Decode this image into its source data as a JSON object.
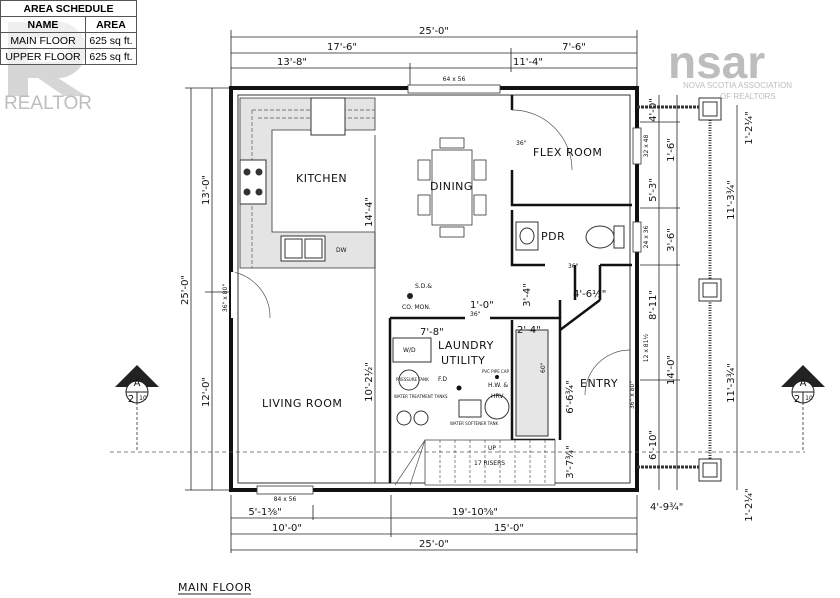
{
  "area_schedule": {
    "title": "AREA SCHEDULE",
    "headers": [
      "NAME",
      "AREA"
    ],
    "rows": [
      {
        "name": "MAIN FLOOR",
        "area": "625 sq ft."
      },
      {
        "name": "UPPER FLOOR",
        "area": "625 sq ft."
      }
    ]
  },
  "watermarks": {
    "realtor": "REALTOR",
    "nsar_logo": "nsar",
    "nsar_line1": "NOVA SCOTIA ASSOCIATION",
    "nsar_line2": "OF REALTORS"
  },
  "rooms": {
    "kitchen": "KITCHEN",
    "dining": "DINING",
    "flex_room": "FLEX ROOM",
    "pdr": "PDR",
    "living_room": "LIVING ROOM",
    "laundry": "LAUNDRY",
    "utility": "UTILITY",
    "entry": "ENTRY"
  },
  "fixtures": {
    "dw": "DW",
    "wd": "W/D",
    "sd": "S.D.&",
    "co_mon": "CO. MON.",
    "fd": "F.D",
    "hw": "H.W. &",
    "hrv": "HRV",
    "pressure_tank": "PRESSURE TANK",
    "water_treatment": "WATER TREATMENT TANKS",
    "water_softener": "WATER SOFTENER TANK",
    "pvc_pipe_cap": "PVC PIPE CAP",
    "stairs_up": "UP",
    "risers": "17 RISERS"
  },
  "openings": {
    "top_window": "64 x 56",
    "bottom_window": "84 x 56",
    "front_door": "36\" x 80\"",
    "entry_door": "36\" x 80\"",
    "flex_window": "32 x 48",
    "pdr_window": "24 x 36",
    "entry_window": "12 x 81½",
    "flex_door": "36\"",
    "pdr_door": "36\"",
    "laundry_door": "36\"",
    "closet_depth": "60\""
  },
  "dimensions": {
    "top_overall": "25'-0\"",
    "top_a": "17'-6\"",
    "top_b": "7'-6\"",
    "top_c": "13'-8\"",
    "top_d": "11'-4\"",
    "left_overall": "25'-0\"",
    "left_a": "13'-0\"",
    "left_b": "12'-0\"",
    "kitchen_depth": "14'-4\"",
    "living_depth": "10'-2½\"",
    "laundry_width": "7'-8\"",
    "laundry_wall": "1'-0\"",
    "closet_width": "2'-4\"",
    "hall_a": "3'-4\"",
    "hall_b": "4'-6½\"",
    "entry_a": "6'-6¾\"",
    "entry_b": "3'-7¾\"",
    "right_a": "4'-0\"",
    "right_b": "1'-6\"",
    "right_c": "5'-3\"",
    "right_d": "3'-6\"",
    "right_e": "8'-11\"",
    "right_f": "14'-0\"",
    "right_g": "6'-10\"",
    "deck_a": "11'-3¾\"",
    "deck_b": "11'-3¾\"",
    "deck_top": "1'-2¼\"",
    "deck_bottom": "1'-2¼\"",
    "deck_offset": "4'-9¾\"",
    "bottom_a": "5'-1⅜\"",
    "bottom_b": "19'-10⅝\"",
    "bottom_c": "10'-0\"",
    "bottom_d": "15'-0\"",
    "bottom_overall": "25'-0\""
  },
  "section_markers": {
    "left": {
      "letter": "A",
      "sheet": "2",
      "sub": "10"
    },
    "right": {
      "letter": "A",
      "sheet": "2",
      "sub": "10"
    }
  },
  "drawing_title": "MAIN FLOOR"
}
